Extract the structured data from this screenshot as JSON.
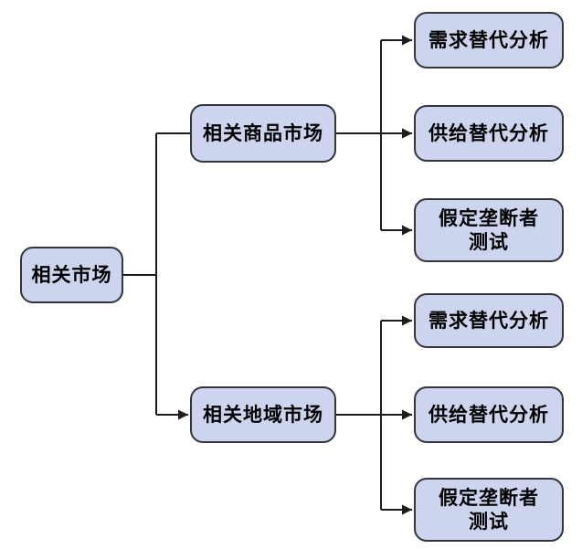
{
  "diagram": {
    "type": "flowchart-tree",
    "direction": "left-to-right",
    "background_color": "#ffffff",
    "node_fill_color": "#ccd4ee",
    "node_border_color": "#34343c",
    "line_color": "#1d1d22",
    "text_color": "#000000",
    "nodes": {
      "root": {
        "label": "相关市场"
      },
      "product_market": {
        "label": "相关商品市场"
      },
      "geographic_market": {
        "label": "相关地域市场"
      },
      "product_demand": {
        "label": "需求替代分析"
      },
      "product_supply": {
        "label": "供给替代分析"
      },
      "product_hmt": {
        "label": "假定垄断者\n测试"
      },
      "geo_demand": {
        "label": "需求替代分析"
      },
      "geo_supply": {
        "label": "供给替代分析"
      },
      "geo_hmt": {
        "label": "假定垄断者\n测试"
      }
    },
    "edges": [
      {
        "from": "相关市场",
        "to": "相关商品市场"
      },
      {
        "from": "相关市场",
        "to": "相关地域市场"
      },
      {
        "from": "相关商品市场",
        "to": "需求替代分析"
      },
      {
        "from": "相关商品市场",
        "to": "供给替代分析"
      },
      {
        "from": "相关商品市场",
        "to": "假定垄断者测试"
      },
      {
        "from": "相关地域市场",
        "to": "需求替代分析"
      },
      {
        "from": "相关地域市场",
        "to": "供给替代分析"
      },
      {
        "from": "相关地域市场",
        "to": "假定垄断者测试"
      }
    ]
  }
}
